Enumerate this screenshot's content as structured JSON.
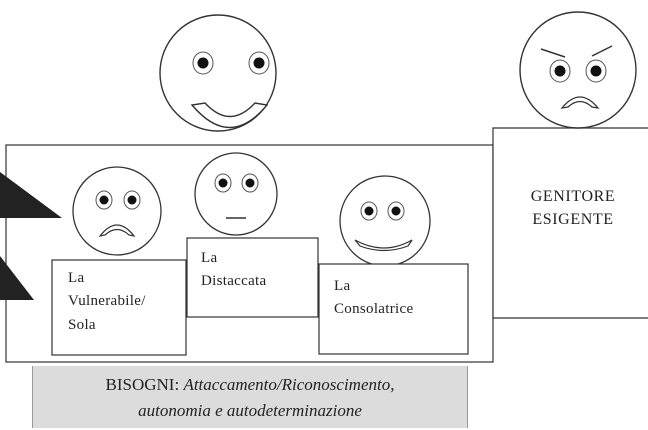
{
  "modes": [
    {
      "id": "vulnerabile",
      "lines": [
        "La",
        "Vulnerabile/",
        "Sola"
      ],
      "face": "sad"
    },
    {
      "id": "distaccata",
      "lines": [
        "La",
        "Distaccata"
      ],
      "face": "neutral"
    },
    {
      "id": "consolatrice",
      "lines": [
        "La",
        "Consolatrice"
      ],
      "face": "smile"
    }
  ],
  "top_face": "happy",
  "parent": {
    "face": "angry",
    "label_lines": [
      "GENITORE",
      "ESIGENTE"
    ]
  },
  "needs": {
    "label": "BISOGNI:",
    "line1_italic": "Attaccamento/Riconoscimento,",
    "line2_italic": "autonomia e autodeterminazione"
  }
}
